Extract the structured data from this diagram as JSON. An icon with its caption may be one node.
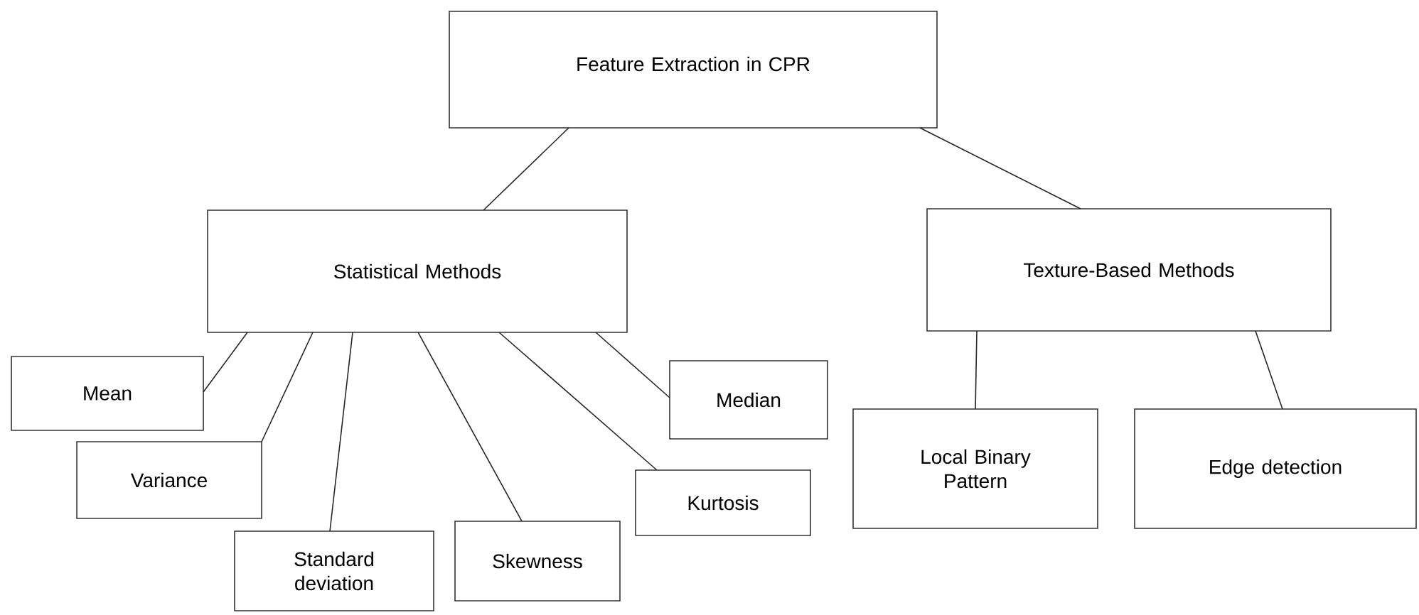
{
  "diagram": {
    "nodes": [
      {
        "text": [
          "Feature Extraction in CPR"
        ]
      },
      {
        "text": [
          "Statistical Methods"
        ]
      },
      {
        "text": [
          "Texture-Based Methods"
        ]
      },
      {
        "text": [
          "Mean"
        ]
      },
      {
        "text": [
          "Variance"
        ]
      },
      {
        "text": [
          "Standard deviation"
        ]
      },
      {
        "text": [
          "Skewness"
        ]
      },
      {
        "text": [
          "Kurtosis"
        ]
      },
      {
        "text": [
          "Median"
        ]
      },
      {
        "text": [
          "Local Binary Pattern"
        ]
      },
      {
        "text": [
          "Edge detection"
        ]
      }
    ],
    "edges": [
      {
        "from": 0,
        "to": 1,
        "arrow": "none"
      },
      {
        "from": 0,
        "to": 2,
        "arrow": "none"
      },
      {
        "from": 1,
        "to": 3,
        "arrow": "none"
      },
      {
        "from": 1,
        "to": 4,
        "arrow": "none"
      },
      {
        "from": 1,
        "to": 5,
        "arrow": "none"
      },
      {
        "from": 1,
        "to": 6,
        "arrow": "none"
      },
      {
        "from": 1,
        "to": 7,
        "arrow": "none"
      },
      {
        "from": 1,
        "to": 8,
        "arrow": "none"
      },
      {
        "from": 2,
        "to": 9,
        "arrow": "none"
      },
      {
        "from": 2,
        "to": 10,
        "arrow": "none"
      }
    ]
  }
}
